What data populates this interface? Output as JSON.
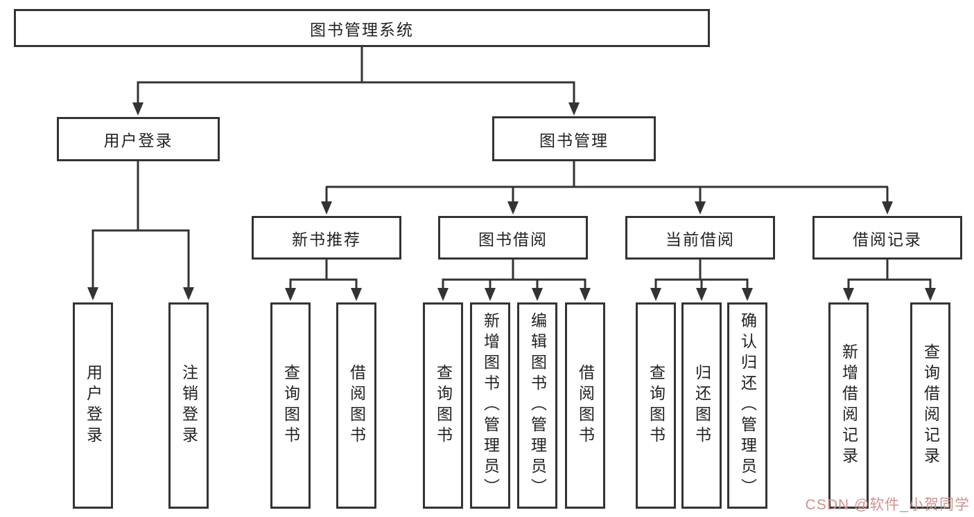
{
  "diagram": {
    "root": {
      "label": "图书管理系统"
    },
    "branches": [
      {
        "label": "用户登录",
        "children": [
          {
            "label": "用户登录"
          },
          {
            "label": "注销登录"
          }
        ]
      },
      {
        "label": "图书管理",
        "children": [
          {
            "label": "新书推荐",
            "children": [
              {
                "label": "查询图书"
              },
              {
                "label": "借阅图书"
              }
            ]
          },
          {
            "label": "图书借阅",
            "children": [
              {
                "label": "查询图书"
              },
              {
                "label": "新增图书（管理员）"
              },
              {
                "label": "编辑图书（管理员）"
              },
              {
                "label": "借阅图书"
              }
            ]
          },
          {
            "label": "当前借阅",
            "children": [
              {
                "label": "查询图书"
              },
              {
                "label": "归还图书"
              },
              {
                "label": "确认归还（管理员）"
              }
            ]
          },
          {
            "label": "借阅记录",
            "children": [
              {
                "label": "新增借阅记录"
              },
              {
                "label": "查询借阅记录"
              }
            ]
          }
        ]
      }
    ]
  },
  "watermark": {
    "text": "CSDN @软件_小贺同学",
    "color": "#cf928e"
  },
  "colors": {
    "line": "#333333",
    "box_border": "#333333",
    "text": "#222222",
    "background": "#ffffff"
  }
}
